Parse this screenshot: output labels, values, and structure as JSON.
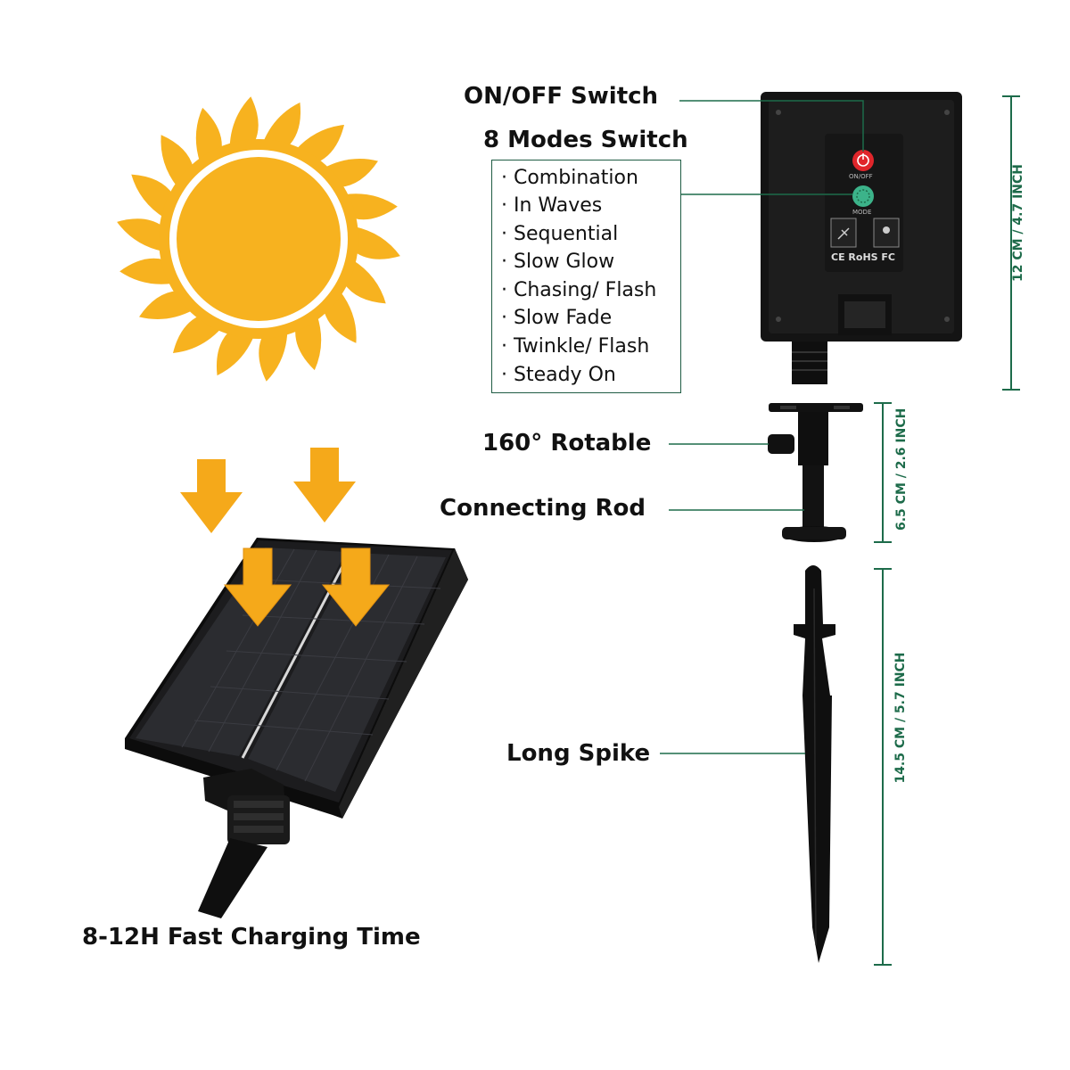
{
  "labels": {
    "on_off": "ON/OFF Switch",
    "modes_title": "8 Modes Switch",
    "rotatable": "160° Rotable",
    "connecting_rod": "Connecting Rod",
    "long_spike": "Long Spike",
    "charging": "8-12H Fast Charging Time"
  },
  "modes": [
    "· Combination",
    "· In Waves",
    "· Sequential",
    "· Slow Glow",
    "· Chasing/ Flash",
    "· Slow Fade",
    "· Twinkle/ Flash",
    "· Steady On"
  ],
  "dimensions": {
    "box": "12 CM / 4.7 INCH",
    "rod": "6.5 CM / 2.6 INCH",
    "spike": "14.5 CM / 5.7 INCH"
  },
  "device_marks": {
    "on_off_small": "ON/OFF",
    "mode_small": "MODE",
    "certs": "CE RoHS FC"
  },
  "colors": {
    "sun": "#f7b21f",
    "arrow": "#f5a91a",
    "leader": "#1d6b4a",
    "device": "#161616",
    "power_button": "#e0262b",
    "mode_button": "#3cb38a"
  }
}
